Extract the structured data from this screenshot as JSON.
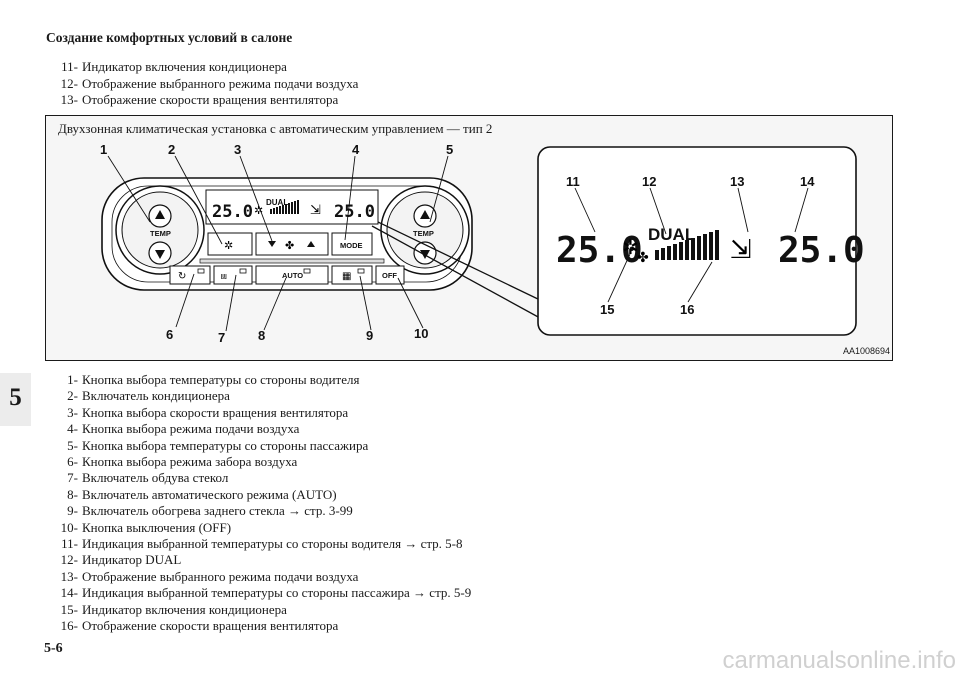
{
  "header": {
    "title": "Создание комфортных условий в салоне"
  },
  "top_list": [
    {
      "num": "11-",
      "text": "Индикатор включения кондиционера"
    },
    {
      "num": "12-",
      "text": "Отображение выбранного режима подачи воздуха"
    },
    {
      "num": "13-",
      "text": "Отображение скорости вращения вентилятора"
    }
  ],
  "figure": {
    "caption": "Двухзонная климатическая установка с автоматическим управлением — тип 2",
    "code": "AA1008694",
    "callouts": [
      "1",
      "2",
      "3",
      "4",
      "5",
      "6",
      "7",
      "8",
      "9",
      "10",
      "11",
      "12",
      "13",
      "14",
      "15",
      "16"
    ],
    "panel": {
      "temp_label": "TEMP",
      "mode_label": "MODE",
      "auto_label": "AUTO",
      "off_label": "OFF",
      "dual_label": "DUAL",
      "driver_temp": "25.0",
      "passenger_temp": "25.0"
    }
  },
  "chapter": "5",
  "main_list": [
    {
      "num": "1-",
      "text": "Кнопка выбора температуры со стороны водителя"
    },
    {
      "num": "2-",
      "text": "Включатель кондиционера"
    },
    {
      "num": "3-",
      "text": "Кнопка выбора скорости вращения вентилятора"
    },
    {
      "num": "4-",
      "text": "Кнопка выбора режима подачи воздуха"
    },
    {
      "num": "5-",
      "text": "Кнопка выбора температуры со стороны пассажира"
    },
    {
      "num": "6-",
      "text": "Кнопка выбора режима забора воздуха"
    },
    {
      "num": "7-",
      "text": "Включатель обдува стекол"
    },
    {
      "num": "8-",
      "text": "Включатель автоматического режима (AUTO)"
    },
    {
      "num": "9-",
      "text": "Включатель обогрева заднего стекла → стр. 3-99"
    },
    {
      "num": "10-",
      "text": "Кнопка выключения (OFF)"
    },
    {
      "num": "11-",
      "text": "Индикация выбранной температуры со стороны водителя → стр. 5-8"
    },
    {
      "num": "12-",
      "text": "Индикатор DUAL"
    },
    {
      "num": "13-",
      "text": "Отображение выбранного режима подачи воздуха"
    },
    {
      "num": "14-",
      "text": "Индикация выбранной температуры со стороны пассажира → стр. 5-9"
    },
    {
      "num": "15-",
      "text": "Индикатор включения кондиционера"
    },
    {
      "num": "16-",
      "text": "Отображение скорости вращения вентилятора"
    }
  ],
  "page_number": "5-6",
  "watermark": "carmanualsonline.info"
}
